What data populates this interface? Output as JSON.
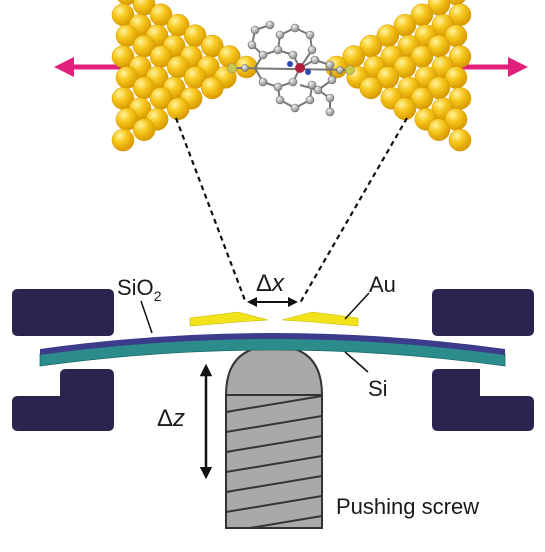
{
  "labels": {
    "sio2_main": "SiO",
    "sio2_sub": "2",
    "au": "Au",
    "si": "Si",
    "dx_delta": "Δ",
    "dx_var": "x",
    "dz_delta": "Δ",
    "dz_var": "z",
    "screw": "Pushing screw"
  },
  "colors": {
    "gold": "#f7c81e",
    "gold_dark": "#e0a300",
    "arrow_pink": "#e0207a",
    "clamp_navy": "#2b2350",
    "sio2_blue": "#3d3b8c",
    "si_teal": "#2c8c8c",
    "au_film": "#f2e21a",
    "screw_gray": "#a9a9a9",
    "screw_outline": "#333333"
  },
  "icons": {
    "left_electrode": "gold-atom-cluster-icon",
    "right_electrode": "gold-atom-cluster-icon",
    "molecule": "molecule-ball-stick-icon"
  }
}
